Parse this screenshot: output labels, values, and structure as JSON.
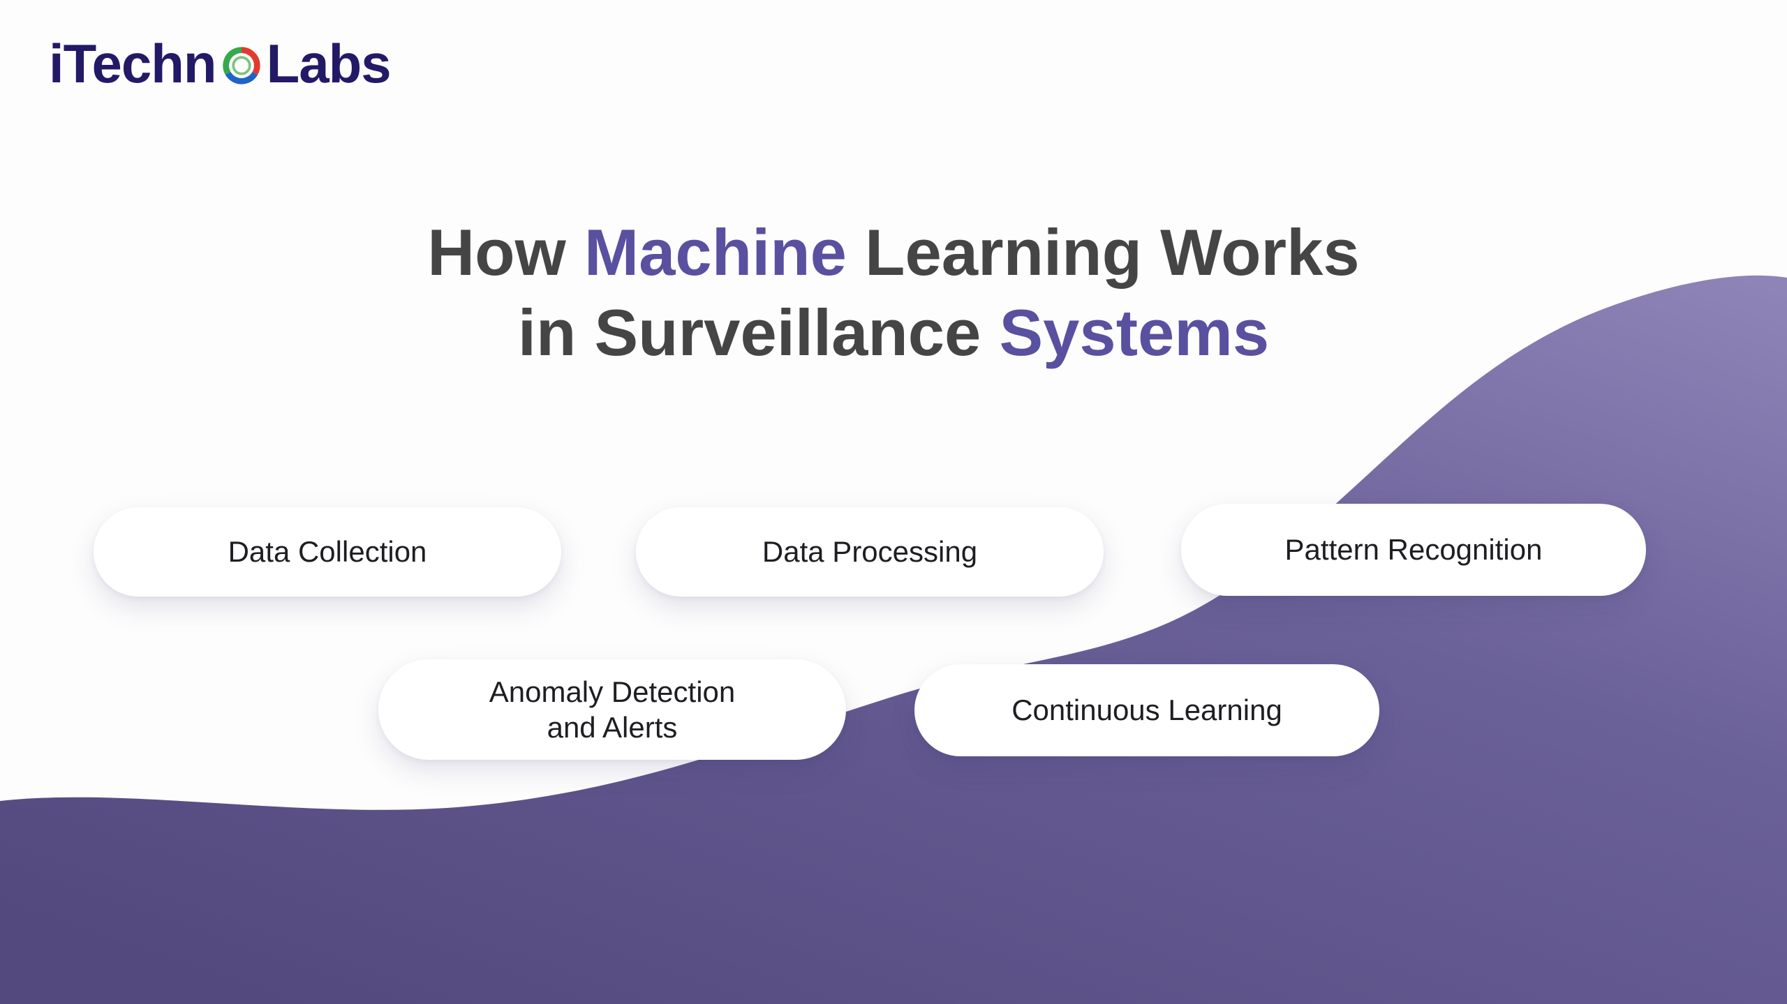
{
  "logo": {
    "part1": "iTechn",
    "part2": "Labs",
    "o_icon": "colorful-ring-o-icon"
  },
  "title": {
    "line1": [
      {
        "text": "How ",
        "style": "normal"
      },
      {
        "text": "Machine",
        "style": "accent"
      },
      {
        "text": " Learning Works",
        "style": "normal"
      }
    ],
    "line2": [
      {
        "text": "in Surveillance ",
        "style": "normal"
      },
      {
        "text": "Systems",
        "style": "accent"
      }
    ]
  },
  "pills": [
    {
      "label": [
        "Data Collection"
      ]
    },
    {
      "label": [
        "Data Processing"
      ]
    },
    {
      "label": [
        "Pattern Recognition"
      ]
    },
    {
      "label": [
        "Anomaly Detection",
        "and Alerts"
      ]
    },
    {
      "label": [
        "Continuous Learning"
      ]
    }
  ],
  "colors": {
    "accent_purple": "#5a50a0",
    "title_gray": "#454545",
    "logo_text": "#221a66",
    "wave_light": "#8f85b8",
    "wave_mid": "#6b6199",
    "wave_dark": "#53497e",
    "pill_background": "#ffffff",
    "pill_text": "#1e1e22",
    "page_background": "#fdfdfd"
  }
}
